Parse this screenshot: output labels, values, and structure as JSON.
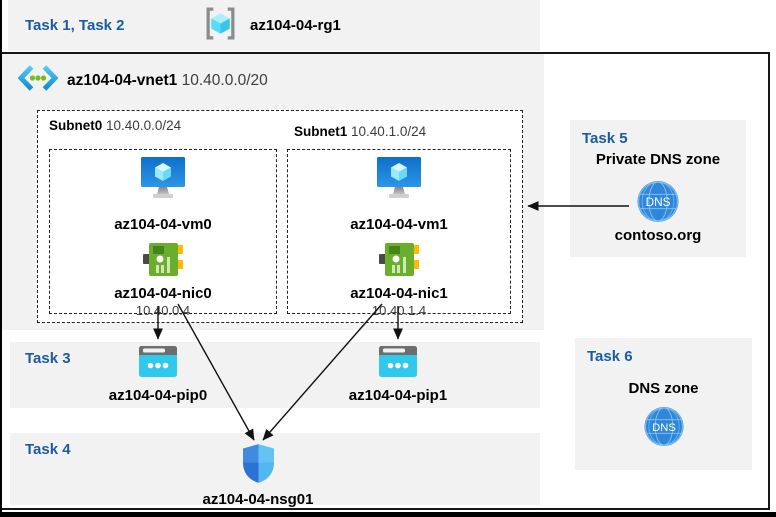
{
  "colors": {
    "task_label_blue": "#1A5C9E",
    "panel_gray": "#F2F2F2",
    "arrow_black": "#111111",
    "pip_cyan": "#30C9EE",
    "nic_green": "#69AF2C",
    "dns_blue": "#2F87DA"
  },
  "top_band": {
    "task_label": "Task 1, Task 2",
    "rg_icon": "resource-group",
    "rg_name": "az104-04-rg1"
  },
  "vnet": {
    "name": "az104-04-vnet1",
    "cidr": "10.40.0.0/20"
  },
  "subnets": [
    {
      "name": "Subnet0",
      "cidr": "10.40.0.0/24",
      "vm": "az104-04-vm0",
      "nic": "az104-04-nic0",
      "ip": "10.40.0.4"
    },
    {
      "name": "Subnet1",
      "cidr": "10.40.1.0/24",
      "vm": "az104-04-vm1",
      "nic": "az104-04-nic1",
      "ip": "10.40.1.4"
    }
  ],
  "task3": {
    "label": "Task 3",
    "pip0": "az104-04-pip0",
    "pip1": "az104-04-pip1"
  },
  "task4": {
    "label": "Task 4",
    "nsg": "az104-04-nsg01"
  },
  "task5": {
    "label": "Task 5",
    "title": "Private DNS zone",
    "zone": "contoso.org"
  },
  "task6": {
    "label": "Task 6",
    "title": "DNS zone"
  },
  "icons": {
    "dns_text": "DNS"
  }
}
